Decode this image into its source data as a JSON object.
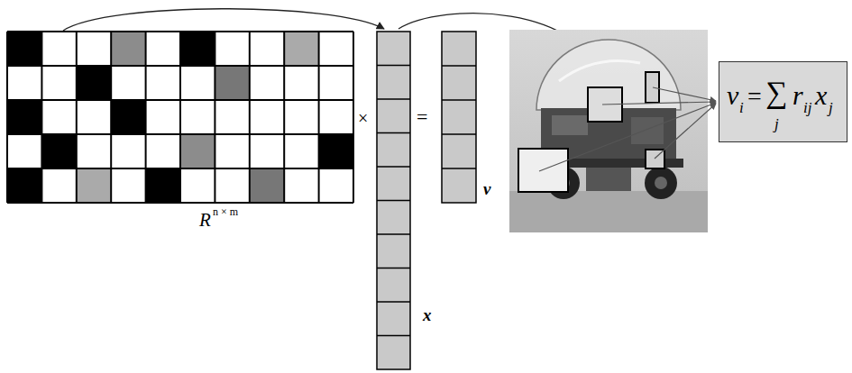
{
  "diagram": {
    "nodes": [
      {
        "text": [
          "v",
          "i",
          "=",
          "∑",
          "r",
          "ij",
          "x",
          "j",
          "j"
        ]
      }
    ],
    "labels": [
      "R",
      "n × m",
      "×",
      "=",
      "v",
      "x"
    ]
  }
}
